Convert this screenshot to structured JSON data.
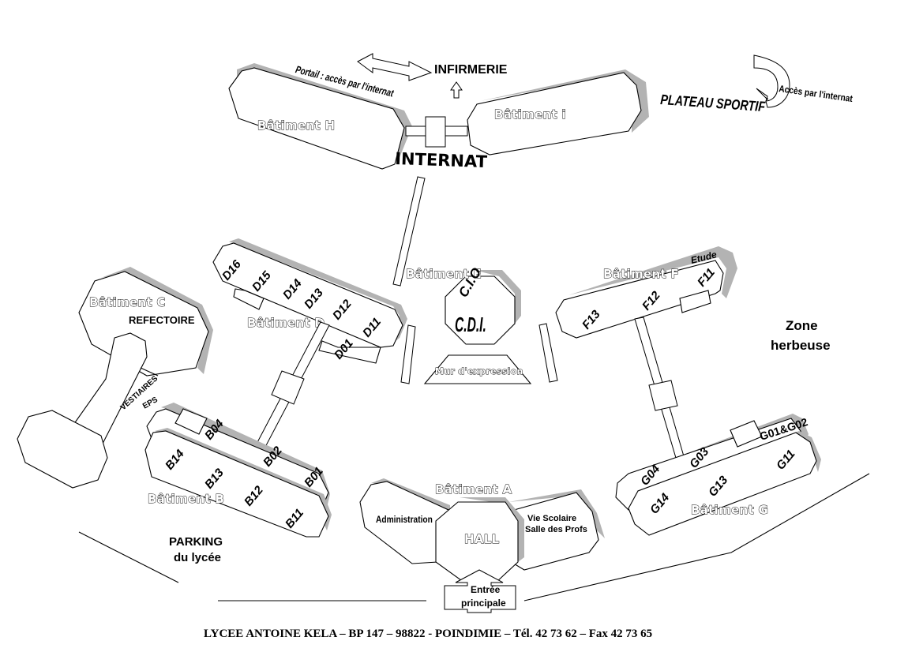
{
  "map": {
    "title": "Plan du Lycée Antoine Kela",
    "colors": {
      "outline": "#000000",
      "shadow": "#b3b3b3",
      "fill": "#ffffff"
    },
    "buildings": {
      "H": {
        "label": "Bâtiment H"
      },
      "I": {
        "label": "Bâtiment i"
      },
      "C": {
        "label": "Bâtiment C",
        "sublabel": "REFECTOIRE",
        "annex": "VESTIAIRES",
        "annex2": "EPS"
      },
      "D": {
        "label": "Bâtiment D",
        "rooms": [
          "D16",
          "D15",
          "D14",
          "D13",
          "D12",
          "D11",
          "D01"
        ]
      },
      "E": {
        "label": "Bâtiment E",
        "cdi": "C.D.I.",
        "cio": "C.I.O",
        "wall": "Mur d'expression"
      },
      "F": {
        "label": "Bâtiment F",
        "etude": "Etude",
        "rooms": [
          "F13",
          "F12",
          "F11"
        ]
      },
      "B": {
        "label": "Bâtiment B",
        "rooms": [
          "B04",
          "B02",
          "B01",
          "B14",
          "B13",
          "B12",
          "B11"
        ]
      },
      "A": {
        "label": "Bâtiment A",
        "left": "Administration",
        "hall": "HALL",
        "right1": "Vie Scolaire",
        "right2": "Salle des Profs"
      },
      "G": {
        "label": "Bâtiment G",
        "rooms": [
          "G04",
          "G03",
          "G01&G02",
          "G14",
          "G13",
          "G11"
        ]
      }
    },
    "places": {
      "internat": "INTERNAT",
      "infirmerie": "INFIRMERIE",
      "portail": "Portail : accès par l'internat",
      "plateau": "PLATEAU SPORTIF",
      "acces_internat": "Accès par l'internat",
      "zone1": "Zone",
      "zone2": "herbeuse",
      "parking1": "PARKING",
      "parking2": "du lycée",
      "entree1": "Entrée",
      "entree2": "principale"
    },
    "footer": "LYCEE ANTOINE KELA – BP 147 – 98822 - POINDIMIE – Tél. 42 73 62 – Fax 42 73 65"
  }
}
